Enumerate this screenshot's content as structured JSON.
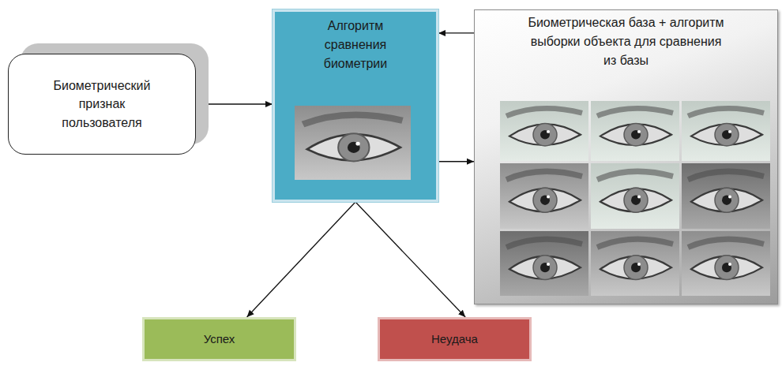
{
  "diagram": {
    "nodes": [
      {
        "text": [
          "Биометрический признак пользователя"
        ]
      },
      {
        "text": [
          "Алгоритм сравнения биометрии"
        ]
      },
      {
        "text": [
          "Биометрическая база + алгоритм выборки объекта для сравнения из базы"
        ]
      },
      {
        "text": [
          "Успех"
        ]
      },
      {
        "text": [
          "Неудача"
        ]
      }
    ],
    "edges": [
      {
        "from": 0,
        "to": 1,
        "arrow": "to"
      },
      {
        "from": 2,
        "to": 1,
        "arrow": "to"
      },
      {
        "from": 1,
        "to": 2,
        "arrow": "to"
      },
      {
        "from": 1,
        "to": 3,
        "arrow": "to"
      },
      {
        "from": 1,
        "to": 4,
        "arrow": "to"
      }
    ]
  }
}
